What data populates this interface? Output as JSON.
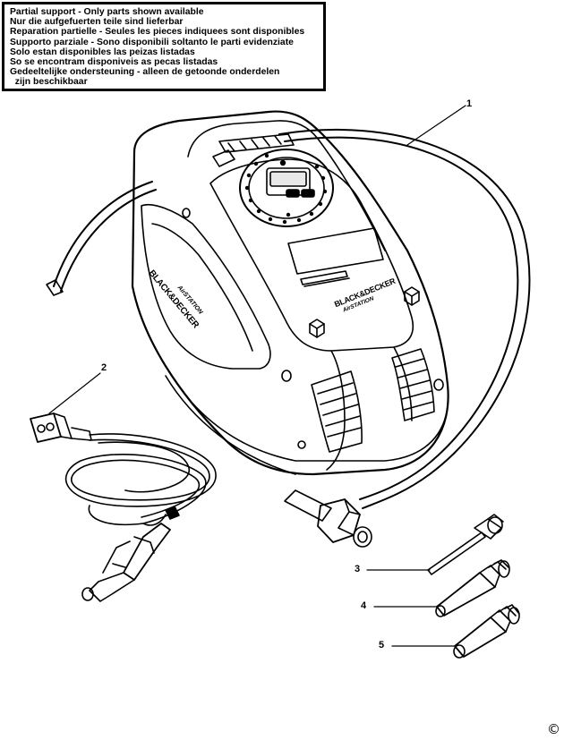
{
  "notice": {
    "lines": [
      "Partial support - Only parts shown available",
      "Nur die aufgefuerten teile sind lieferbar",
      "Reparation partielle - Seules les pieces indiquees sont disponibles",
      "Supporto parziale - Sono disponibili soltanto le parti evidenziate",
      "Solo estan disponibles las peizas listadas",
      "So se encontram disponiveis as pecas listadas",
      "Gedeeltelijke ondersteuning - alleen de getoonde onderdelen",
      "  zijn beschikbaar"
    ]
  },
  "brand": {
    "name": "BLACK&DECKER",
    "product": "AirSTATION"
  },
  "callouts": {
    "c1": "1",
    "c2": "2",
    "c3": "3",
    "c4": "4",
    "c5": "5"
  },
  "copyright": "©"
}
